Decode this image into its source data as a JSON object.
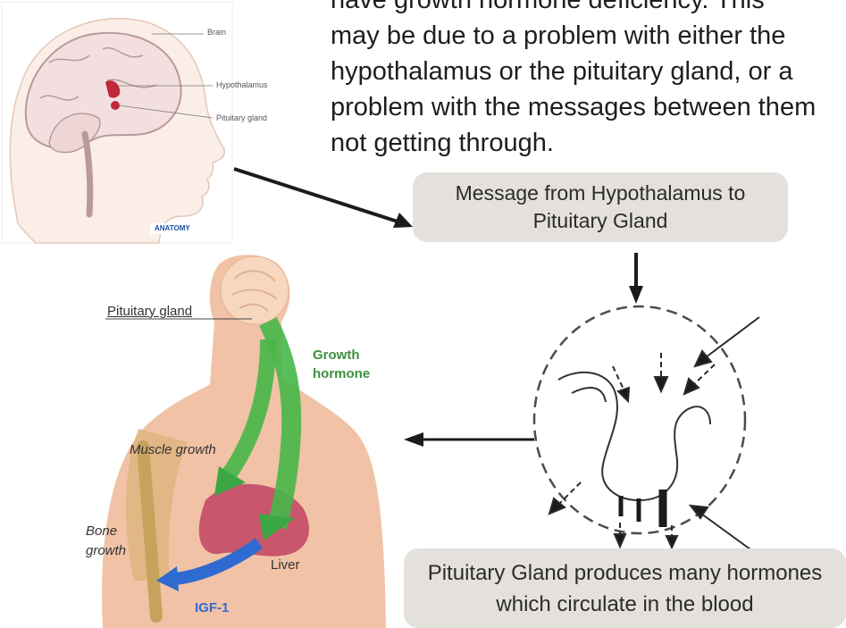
{
  "paragraph": {
    "text": "have growth hormone deficiency. This\nmay be due to a problem with either the\nhypothalamus or the pituitary gland, or a\nproblem with the messages between them\nnot getting through."
  },
  "callouts": {
    "message": "Message from Hypothalamus to Pituitary Gland",
    "produces": "Pituitary Gland produces many hormones which circulate in the blood"
  },
  "brain_diagram": {
    "labels": {
      "brain": "Brain",
      "hypothalamus": "Hypothalamus",
      "pituitary": "Pituitary gland"
    },
    "logo": "ANATOMY"
  },
  "body_diagram": {
    "labels": {
      "pituitary": "Pituitary gland",
      "growth_hormone_1": "Growth",
      "growth_hormone_2": "hormone",
      "muscle": "Muscle growth",
      "bone_1": "Bone",
      "bone_2": "growth",
      "liver": "Liver",
      "igf": "IGF-1"
    }
  }
}
